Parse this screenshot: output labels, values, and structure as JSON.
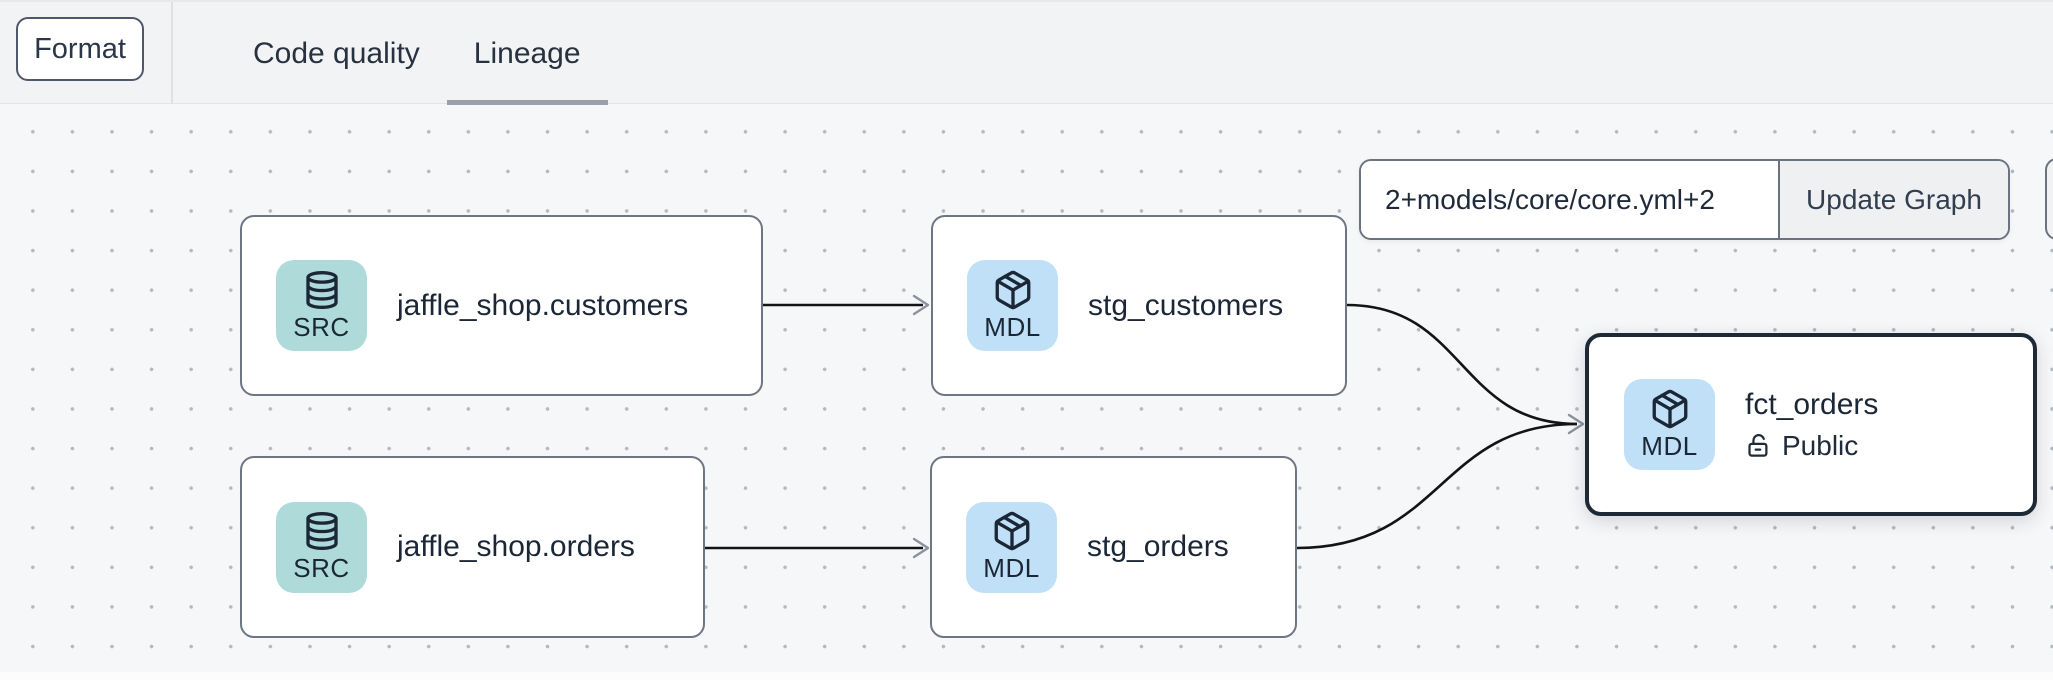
{
  "header": {
    "format_button": "Format",
    "tabs": [
      {
        "label": "Code quality",
        "active": false
      },
      {
        "label": "Lineage",
        "active": true
      }
    ]
  },
  "toolbar": {
    "selector_value": "2+models/core/core.yml+2",
    "update_button": "Update Graph"
  },
  "graph": {
    "nodes": [
      {
        "id": "jaffle_shop.customers",
        "label": "jaffle_shop.customers",
        "badge": "SRC",
        "type": "source",
        "icon": "database-icon",
        "selected": false
      },
      {
        "id": "stg_customers",
        "label": "stg_customers",
        "badge": "MDL",
        "type": "model",
        "icon": "cube-icon",
        "selected": false
      },
      {
        "id": "jaffle_shop.orders",
        "label": "jaffle_shop.orders",
        "badge": "SRC",
        "type": "source",
        "icon": "database-icon",
        "selected": false
      },
      {
        "id": "stg_orders",
        "label": "stg_orders",
        "badge": "MDL",
        "type": "model",
        "icon": "cube-icon",
        "selected": false
      },
      {
        "id": "fct_orders",
        "label": "fct_orders",
        "badge": "MDL",
        "type": "model",
        "icon": "cube-icon",
        "access": "Public",
        "access_icon": "lock-open-icon",
        "selected": true
      }
    ],
    "edges": [
      {
        "from": "jaffle_shop.customers",
        "to": "stg_customers"
      },
      {
        "from": "jaffle_shop.orders",
        "to": "stg_orders"
      },
      {
        "from": "stg_customers",
        "to": "fct_orders"
      },
      {
        "from": "stg_orders",
        "to": "fct_orders"
      }
    ]
  },
  "colors": {
    "source-badge-bg": "#aedbd9",
    "model-badge-bg": "#bfe0f6",
    "node-border": "#6e7682",
    "selected-node-border": "#1e2936",
    "edge": "#141414",
    "arrowhead": "#8b929e",
    "text": "#1b2736",
    "tab-underline": "#9aa0aa",
    "canvas-bg": "#f6f7f9",
    "header-bg": "#f2f3f4"
  }
}
